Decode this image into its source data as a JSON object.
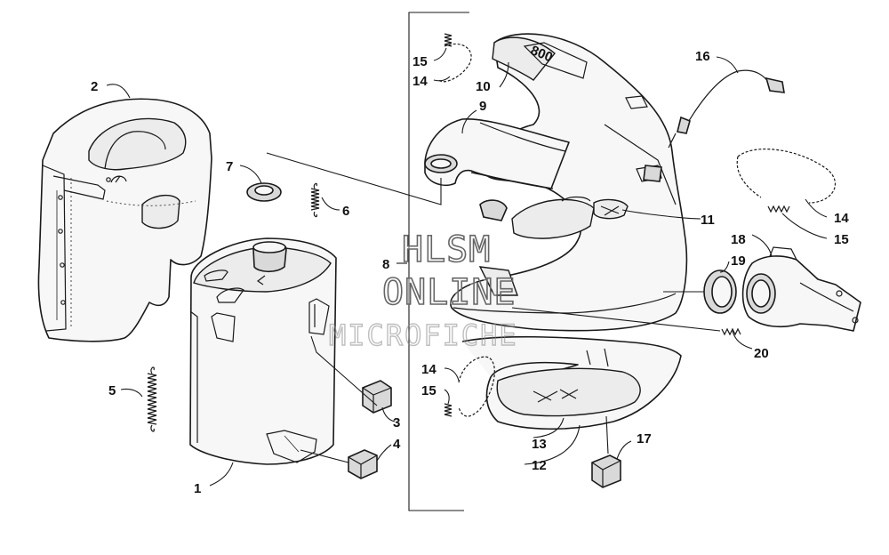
{
  "diagram": {
    "callouts": {
      "c1": "1",
      "c2": "2",
      "c3": "3",
      "c4": "4",
      "c5": "5",
      "c6": "6",
      "c7": "7",
      "c8": "8",
      "c9": "9",
      "c10": "10",
      "c11": "11",
      "c12": "12",
      "c13": "13",
      "c14a": "14",
      "c15a": "15",
      "c14b": "14",
      "c15b": "15",
      "c14c": "14",
      "c15c": "15",
      "c16": "16",
      "c17": "17",
      "c18": "18",
      "c19": "19",
      "c20": "20"
    },
    "engraved_mark": "800"
  },
  "watermark": {
    "line1": "HLSM",
    "line2": "ONLINE",
    "line3": "MICROFICHE"
  }
}
